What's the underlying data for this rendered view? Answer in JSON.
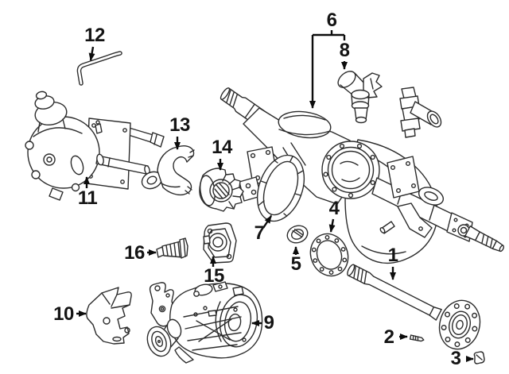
{
  "diagram": {
    "background_color": "#ffffff",
    "line_color": "#2b2b2b",
    "callout_color": "#141414",
    "callouts": {
      "c1": {
        "label": "1"
      },
      "c2": {
        "label": "2"
      },
      "c3": {
        "label": "3"
      },
      "c4": {
        "label": "4"
      },
      "c5": {
        "label": "5"
      },
      "c6": {
        "label": "6"
      },
      "c7": {
        "label": "7"
      },
      "c8": {
        "label": "8"
      },
      "c9": {
        "label": "9"
      },
      "c10": {
        "label": "10"
      },
      "c11": {
        "label": "11"
      },
      "c12": {
        "label": "12"
      },
      "c13": {
        "label": "13"
      },
      "c14": {
        "label": "14"
      },
      "c15": {
        "label": "15"
      },
      "c16": {
        "label": "16"
      }
    }
  }
}
